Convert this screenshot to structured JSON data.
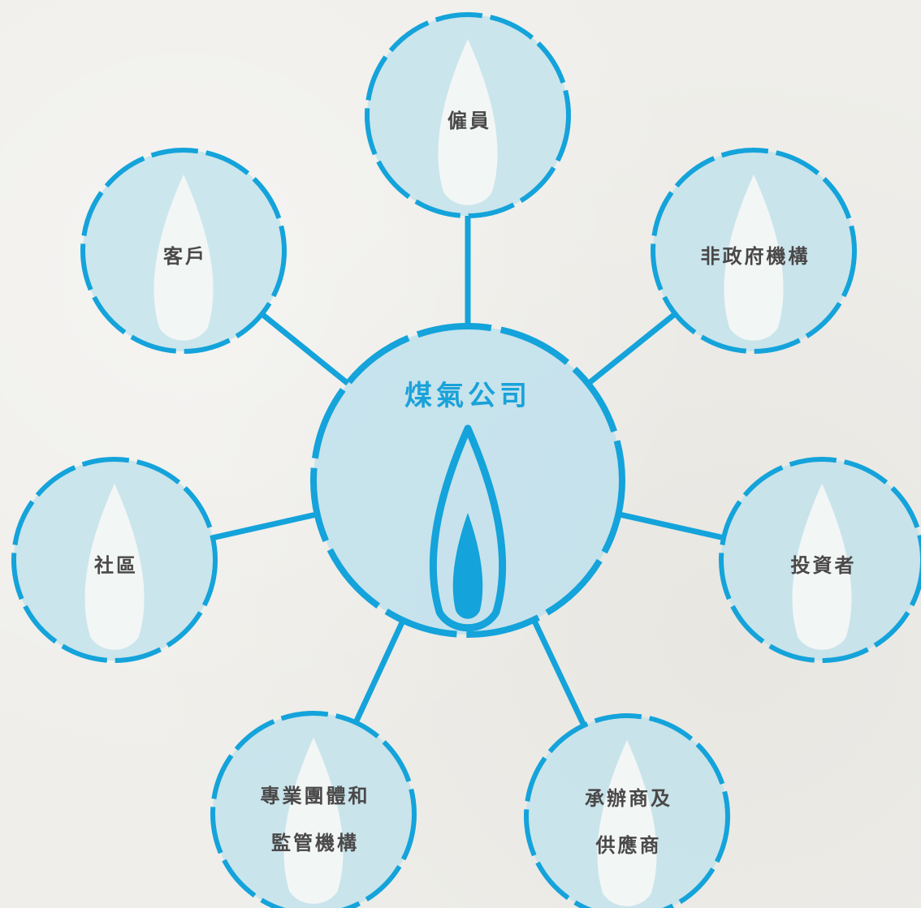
{
  "colors": {
    "accent": "#14a3da",
    "circle_fill": "#bfe1ec",
    "flame_light": "#f7f8f6",
    "label_text": "#4a4848",
    "background": "#efeeea"
  },
  "center": {
    "label": "煤氣公司",
    "icon": "flame-icon"
  },
  "stakeholders": [
    {
      "id": "employees",
      "lines": [
        "僱員"
      ]
    },
    {
      "id": "ngos",
      "lines": [
        "非政府機構"
      ]
    },
    {
      "id": "investors",
      "lines": [
        "投資者"
      ]
    },
    {
      "id": "contractors",
      "lines": [
        "承辦商及",
        "供應商"
      ]
    },
    {
      "id": "professional-bodies",
      "lines": [
        "專業團體和",
        "監管機構"
      ]
    },
    {
      "id": "community",
      "lines": [
        "社區"
      ]
    },
    {
      "id": "customers",
      "lines": [
        "客戶"
      ]
    }
  ]
}
